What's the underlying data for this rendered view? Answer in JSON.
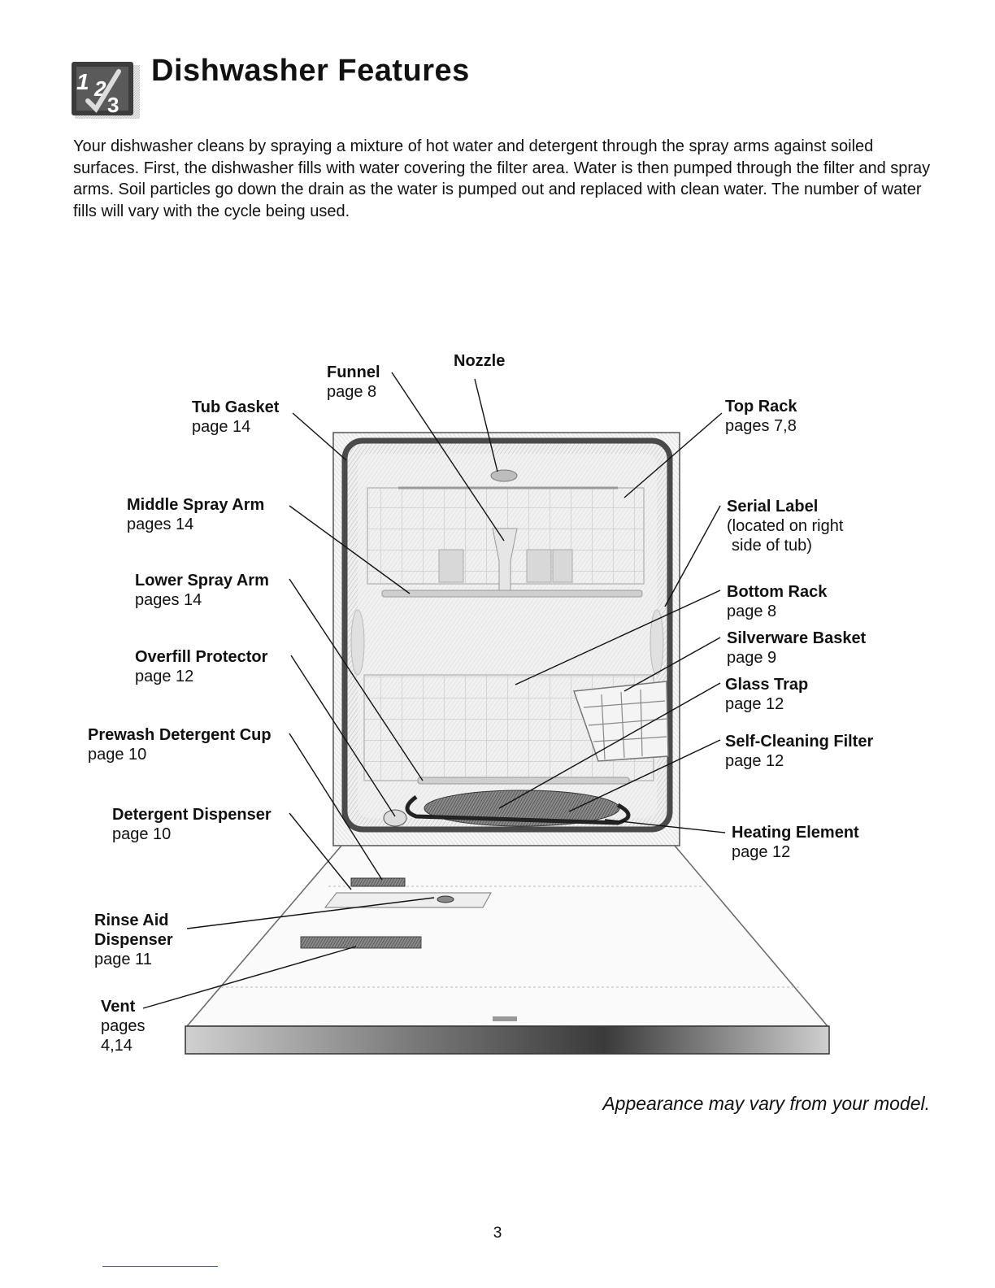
{
  "header": {
    "title": "Dishwasher Features",
    "logo": {
      "icon": "steps-123-icon",
      "text": "1 2 3"
    }
  },
  "intro": "Your dishwasher cleans by spraying a mixture of hot water and detergent through the spray arms against soiled surfaces. First, the dishwasher fills with water covering the filter area. Water is then pumped through the filter and spray arms. Soil particles go down the drain as the water is pumped out and replaced with clean water. The number of water fills will vary with the cycle being used.",
  "callouts": {
    "funnel": {
      "name": "Funnel",
      "ref": "page 8"
    },
    "nozzle": {
      "name": "Nozzle"
    },
    "tub_gasket": {
      "name": "Tub Gasket",
      "ref": "page 14"
    },
    "top_rack": {
      "name": "Top Rack",
      "ref": "pages 7,8"
    },
    "middle_spray_arm": {
      "name": "Middle Spray Arm",
      "ref": "pages 14"
    },
    "serial_label": {
      "name": "Serial  Label",
      "ref": "(located on right",
      "ref2": "side of tub)"
    },
    "lower_spray_arm": {
      "name": "Lower Spray Arm",
      "ref": "pages 14"
    },
    "bottom_rack": {
      "name": "Bottom Rack",
      "ref": "page 8"
    },
    "silverware_basket": {
      "name": "Silverware Basket",
      "ref": "page 9"
    },
    "overfill_protector": {
      "name": "Overfill Protector",
      "ref": "page 12"
    },
    "glass_trap": {
      "name": "Glass Trap",
      "ref": "page 12"
    },
    "prewash_cup": {
      "name": "Prewash Detergent Cup",
      "ref": "page 10"
    },
    "self_cleaning_filter": {
      "name": "Self-Cleaning Filter",
      "ref": "page 12"
    },
    "detergent_dispenser": {
      "name": "Detergent Dispenser",
      "ref": "page 10"
    },
    "heating_element": {
      "name": "Heating Element",
      "ref": "page 12"
    },
    "rinse_aid": {
      "name": "Rinse Aid",
      "name2": "Dispenser",
      "ref": "page 11"
    },
    "vent": {
      "name": "Vent",
      "ref": "pages",
      "ref2": "4,14"
    }
  },
  "disclaimer": "Appearance may vary from your model.",
  "page_number": "3",
  "colors": {
    "text": "#111111",
    "diagram_stroke": "#222222",
    "diagram_fill": "#d6d6d6",
    "rule": "#3a5bc7"
  }
}
